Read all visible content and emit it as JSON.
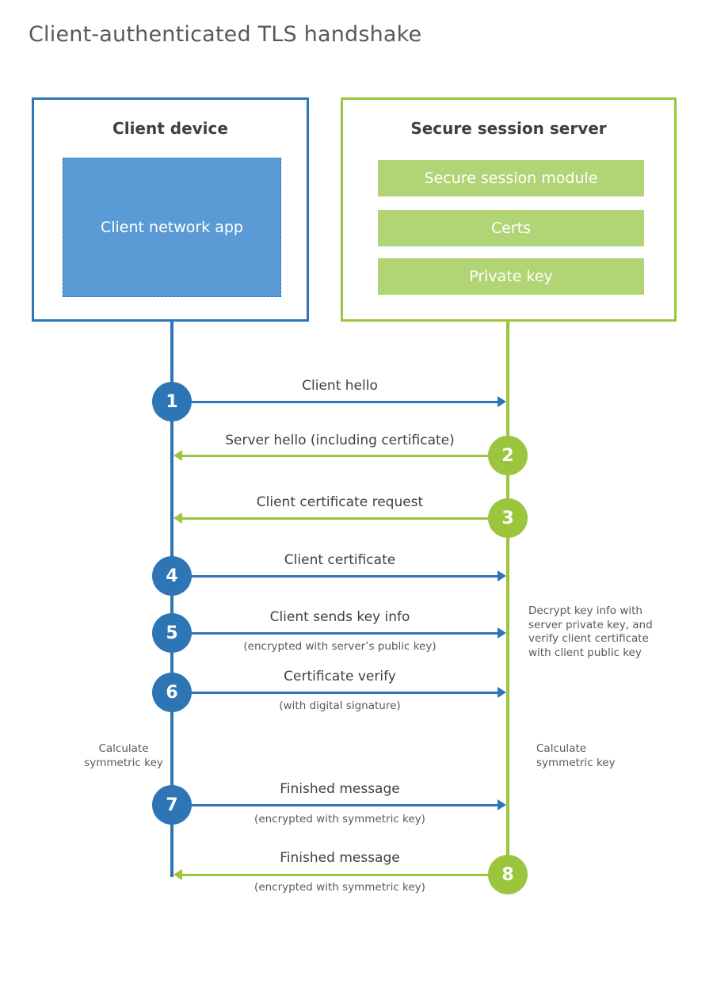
{
  "title": "Client-authenticated TLS handshake",
  "colors": {
    "blue": "#2e75b6",
    "blue_fill": "#5b9bd5",
    "green": "#9bc53d",
    "green_fill": "#b1d474"
  },
  "client": {
    "title": "Client device",
    "app_label": "Client network app"
  },
  "server": {
    "title": "Secure session server",
    "modules": [
      "Secure session module",
      "Certs",
      "Private key"
    ]
  },
  "steps": [
    {
      "number": "1",
      "label": "Client hello",
      "direction": "right"
    },
    {
      "number": "2",
      "label": "Server hello (including certificate)",
      "direction": "left"
    },
    {
      "number": "3",
      "label": "Client certificate request",
      "direction": "left"
    },
    {
      "number": "4",
      "label": "Client certificate",
      "direction": "right"
    },
    {
      "number": "5",
      "label": "Client sends key info",
      "sub": "(encrypted with server’s public key)",
      "direction": "right"
    },
    {
      "number": "6",
      "label": "Certificate verify",
      "sub": "(with digital signature)",
      "direction": "right"
    },
    {
      "number": "7",
      "label": "Finished message",
      "sub": "(encrypted with symmetric key)",
      "direction": "right"
    },
    {
      "number": "8",
      "label": "Finished message",
      "sub": "(encrypted with symmetric key)",
      "direction": "left"
    }
  ],
  "notes": {
    "decrypt": "Decrypt key info with server private key, and verify client certificate with client public key",
    "calc_left": "Calculate symmetric key",
    "calc_right": "Calculate symmetric key"
  }
}
